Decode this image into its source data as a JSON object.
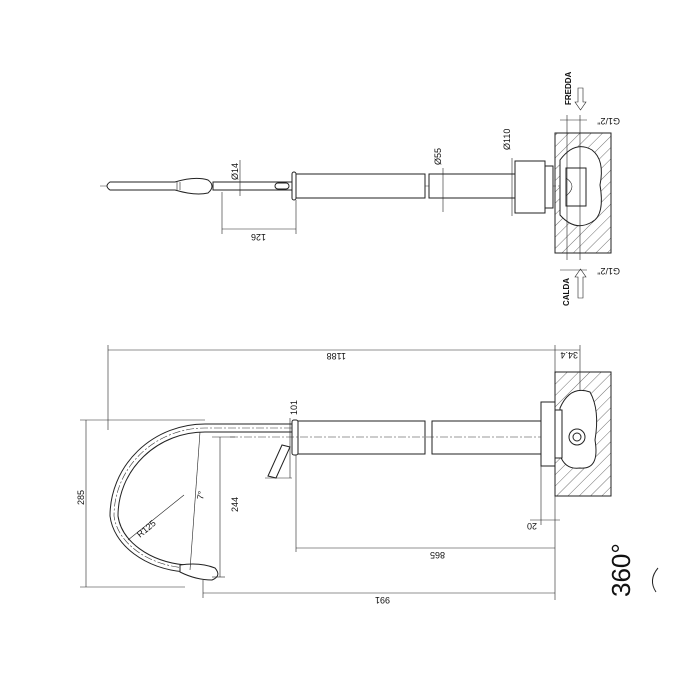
{
  "top_view": {
    "dim_d14": "Ø14",
    "dim_126": "126",
    "dim_d55": "Ø55",
    "dim_d110": "Ø110",
    "thread_top": "G1/2\"",
    "thread_bottom": "G1/2\"",
    "cold_label": "FREDDA",
    "hot_label": "CALDA"
  },
  "side_view": {
    "dim_1188": "1188",
    "dim_344": "34.4",
    "dim_101": "101",
    "dim_285": "285",
    "dim_244": "244",
    "dim_r125": "R125",
    "dim_angle": "7°",
    "dim_20": "20",
    "dim_865": "865",
    "dim_991": "991"
  },
  "rotation_label": "360°",
  "colors": {
    "line": "#222222",
    "background": "#ffffff"
  }
}
